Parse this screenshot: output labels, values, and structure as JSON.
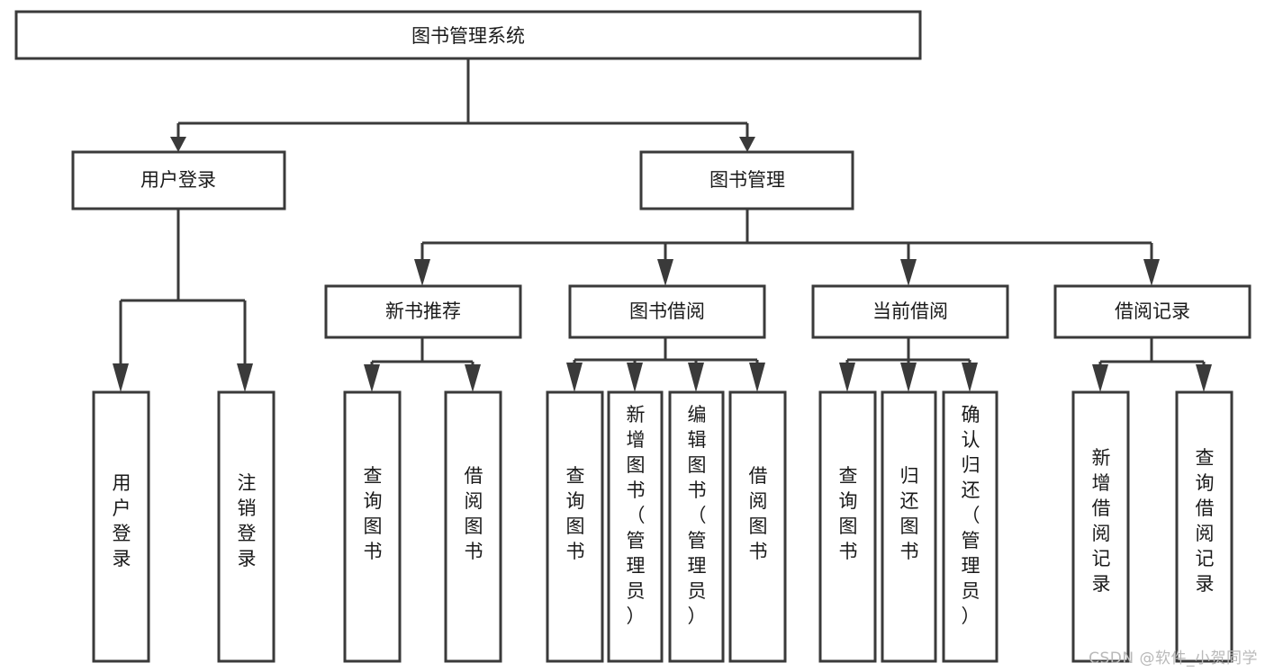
{
  "diagram": {
    "title": "图书管理系统",
    "type": "tree-hierarchy",
    "colors": {
      "stroke": "#3a3a3a",
      "fill": "#ffffff",
      "text": "#1a1a1a",
      "watermark": "#b9b9b9"
    },
    "root": {
      "id": "root",
      "label": "图书管理系统",
      "orientation": "horizontal"
    },
    "level2": [
      {
        "id": "user-login",
        "label": "用户登录",
        "orientation": "horizontal"
      },
      {
        "id": "book-management",
        "label": "图书管理",
        "orientation": "horizontal"
      }
    ],
    "level3": [
      {
        "id": "new-book-recommend",
        "label": "新书推荐",
        "orientation": "horizontal",
        "parent": "book-management"
      },
      {
        "id": "book-borrow",
        "label": "图书借阅",
        "orientation": "horizontal",
        "parent": "book-management"
      },
      {
        "id": "current-borrow",
        "label": "当前借阅",
        "orientation": "horizontal",
        "parent": "book-management"
      },
      {
        "id": "borrow-record",
        "label": "借阅记录",
        "orientation": "horizontal",
        "parent": "book-management"
      }
    ],
    "leaves": [
      {
        "id": "leaf-user-login",
        "label": "用户登录",
        "orientation": "vertical",
        "parent": "user-login"
      },
      {
        "id": "leaf-logout",
        "label": "注销登录",
        "orientation": "vertical",
        "parent": "user-login"
      },
      {
        "id": "leaf-query-book-1",
        "label": "查询图书",
        "orientation": "vertical",
        "parent": "new-book-recommend"
      },
      {
        "id": "leaf-borrow-book-1",
        "label": "借阅图书",
        "orientation": "vertical",
        "parent": "new-book-recommend"
      },
      {
        "id": "leaf-query-book-2",
        "label": "查询图书",
        "orientation": "vertical",
        "parent": "book-borrow"
      },
      {
        "id": "leaf-add-book",
        "label": "新增图书（管理员）",
        "orientation": "vertical",
        "parent": "book-borrow"
      },
      {
        "id": "leaf-edit-book",
        "label": "编辑图书（管理员）",
        "orientation": "vertical",
        "parent": "book-borrow"
      },
      {
        "id": "leaf-borrow-book-2",
        "label": "借阅图书",
        "orientation": "vertical",
        "parent": "book-borrow"
      },
      {
        "id": "leaf-query-book-3",
        "label": "查询图书",
        "orientation": "vertical",
        "parent": "current-borrow"
      },
      {
        "id": "leaf-return-book",
        "label": "归还图书",
        "orientation": "vertical",
        "parent": "current-borrow"
      },
      {
        "id": "leaf-confirm-return",
        "label": "确认归还（管理员）",
        "orientation": "vertical",
        "parent": "current-borrow"
      },
      {
        "id": "leaf-add-record",
        "label": "新增借阅记录",
        "orientation": "vertical",
        "parent": "borrow-record"
      },
      {
        "id": "leaf-query-record",
        "label": "查询借阅记录",
        "orientation": "vertical",
        "parent": "borrow-record"
      }
    ]
  },
  "watermark": {
    "text": "CSDN @软件_小贺同学"
  }
}
